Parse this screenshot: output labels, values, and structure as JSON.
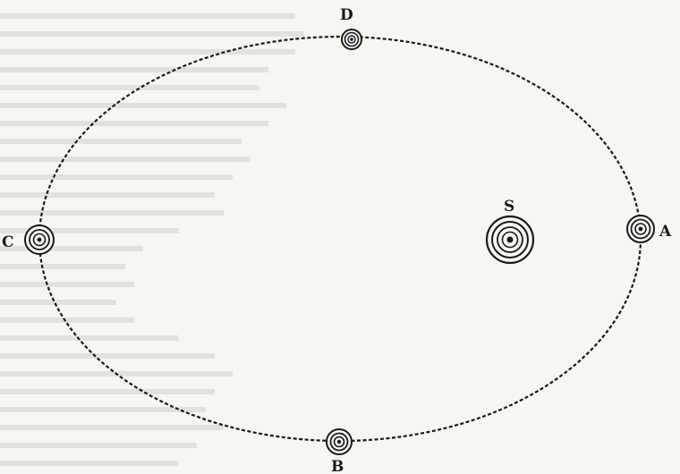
{
  "diagram": {
    "labels": {
      "a": "A",
      "b": "B",
      "c": "C",
      "d": "D",
      "s": "S"
    },
    "colors": {
      "ink": "#1a1a1a",
      "paper": "#f6f6f3",
      "faint_text": "#c9c9c4"
    }
  }
}
